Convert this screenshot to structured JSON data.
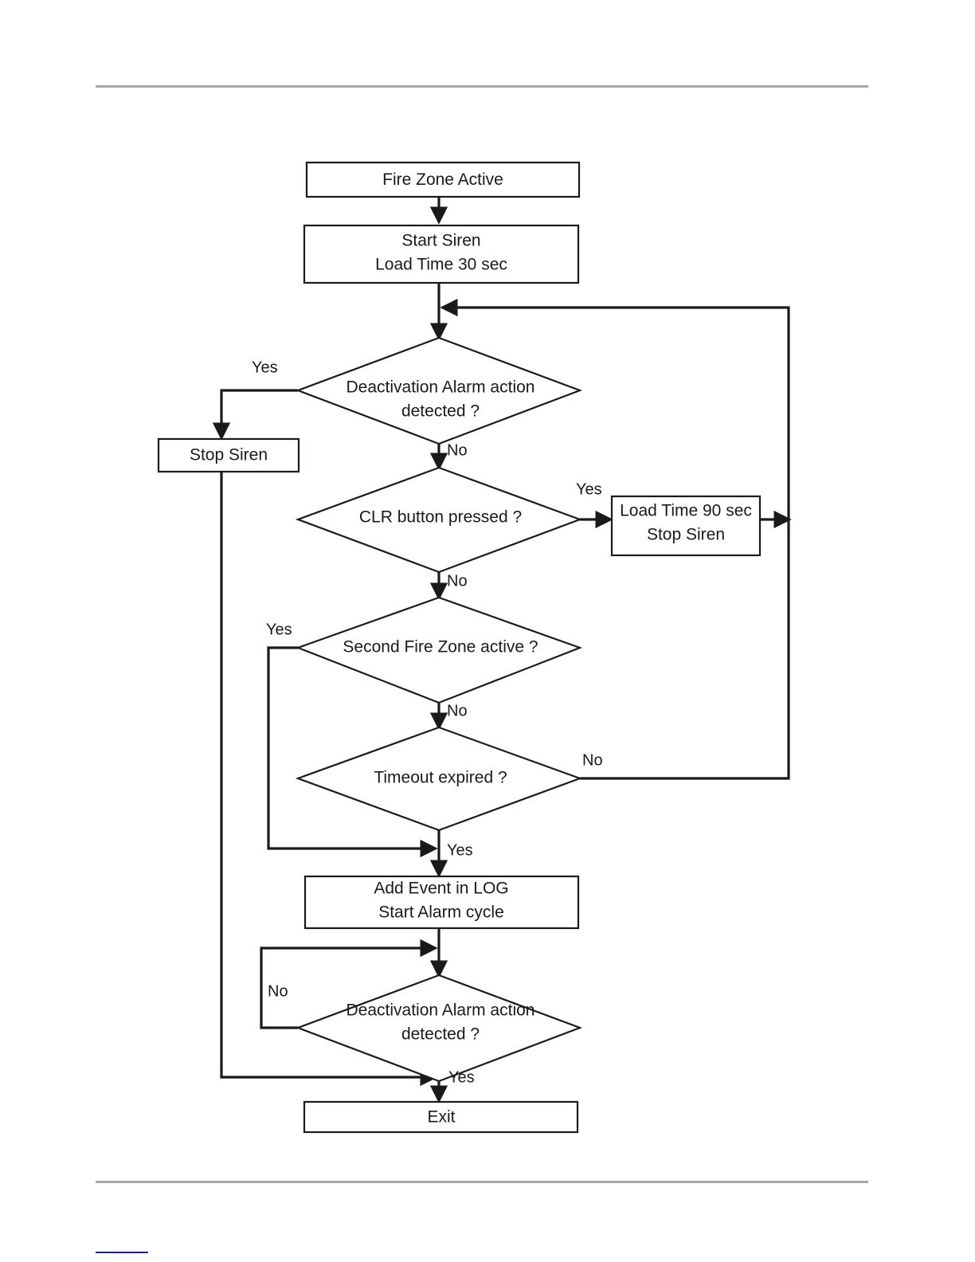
{
  "page": {
    "background_color": "#ffffff",
    "rule_color": "#a6a6a6",
    "line_color": "#1a1a1a",
    "blue_mark_color": "#1f1f8f"
  },
  "diagram": {
    "type": "flowchart",
    "title": "Fire Zone alarm handling flowchart",
    "nodes": [
      {
        "id": "start",
        "shape": "process",
        "lines": [
          "Fire Zone Active"
        ]
      },
      {
        "id": "start_siren",
        "shape": "process",
        "lines": [
          "Start Siren",
          "Load Time 30 sec"
        ]
      },
      {
        "id": "deact1",
        "shape": "decision",
        "lines": [
          "Deactivation Alarm action",
          "detected ?"
        ]
      },
      {
        "id": "stop_siren",
        "shape": "process",
        "lines": [
          "Stop Siren"
        ]
      },
      {
        "id": "clr",
        "shape": "decision",
        "lines": [
          "CLR button pressed ?"
        ]
      },
      {
        "id": "load90",
        "shape": "process",
        "lines": [
          "Load Time 90 sec",
          "Stop Siren"
        ]
      },
      {
        "id": "second_zone",
        "shape": "decision",
        "lines": [
          "Second Fire Zone active ?"
        ]
      },
      {
        "id": "timeout",
        "shape": "decision",
        "lines": [
          "Timeout expired ?"
        ]
      },
      {
        "id": "add_event",
        "shape": "process",
        "lines": [
          "Add Event in LOG",
          "Start Alarm cycle"
        ]
      },
      {
        "id": "deact2",
        "shape": "decision",
        "lines": [
          "Deactivation Alarm action",
          "detected ?"
        ]
      },
      {
        "id": "exit",
        "shape": "process",
        "lines": [
          "Exit"
        ]
      }
    ],
    "edge_labels": {
      "deact1_yes": "Yes",
      "deact1_no": "No",
      "clr_yes": "Yes",
      "clr_no": "No",
      "second_zone_yes": "Yes",
      "second_zone_no": "No",
      "timeout_no": "No",
      "timeout_yes": "Yes",
      "deact2_no": "No",
      "deact2_yes": "Yes"
    }
  }
}
